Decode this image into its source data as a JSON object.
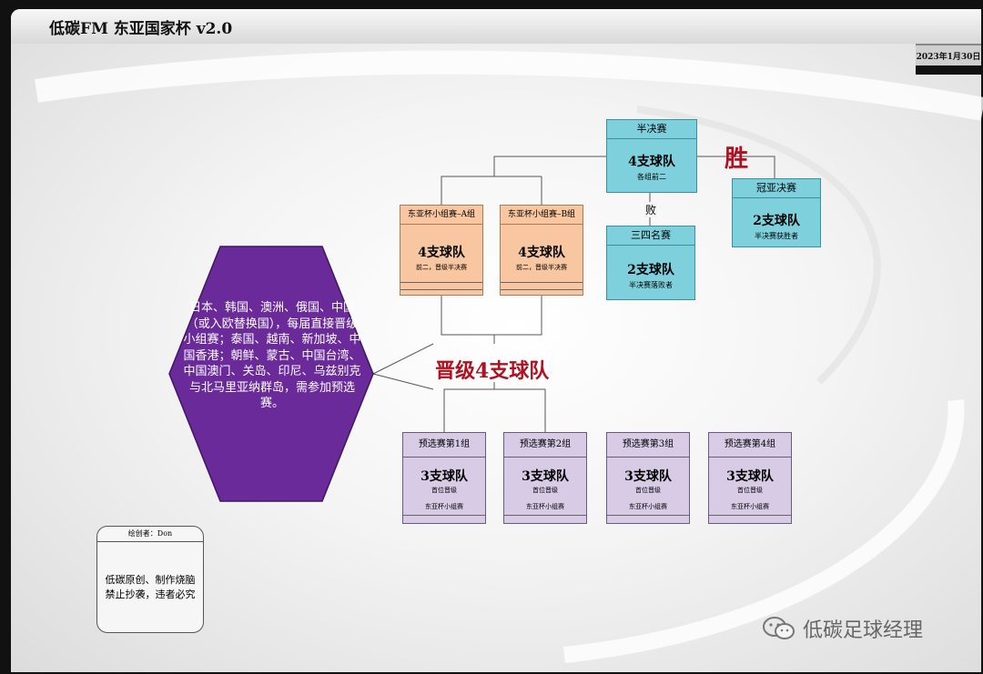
{
  "header": {
    "title": "低碳FM 东亚国家杯 v2.0",
    "date": "2023年1月30日"
  },
  "semifinal": {
    "header": "半决赛",
    "main": "4支球队",
    "sub": "各组前二"
  },
  "final": {
    "header": "冠亚决赛",
    "main": "2支球队",
    "sub": "半决赛获胜者"
  },
  "third_place": {
    "header": "三四名赛",
    "main": "2支球队",
    "sub": "半决赛落败者"
  },
  "labels": {
    "win": "胜",
    "lose": "败",
    "advance": "晋级4支球队"
  },
  "groups": [
    {
      "header": "东亚杯小组赛–A组",
      "main": "4支球队",
      "sub": "前二，晋级半决赛"
    },
    {
      "header": "东亚杯小组赛–B组",
      "main": "4支球队",
      "sub": "前二，晋级半决赛"
    }
  ],
  "qualifiers": [
    {
      "header": "预选赛第1组",
      "main": "3支球队",
      "sub": "首位晋级",
      "sub2": "东亚杯小组赛"
    },
    {
      "header": "预选赛第2组",
      "main": "3支球队",
      "sub": "首位晋级",
      "sub2": "东亚杯小组赛"
    },
    {
      "header": "预选赛第3组",
      "main": "3支球队",
      "sub": "首位晋级",
      "sub2": "东亚杯小组赛"
    },
    {
      "header": "预选赛第4组",
      "main": "3支球队",
      "sub": "首位晋级",
      "sub2": "东亚杯小组赛"
    }
  ],
  "hexagon": {
    "text": "日本、韩国、澳洲、俄国、中国（或入欧替换国），每届直接晋级小组赛；泰国、越南、新加坡、中国香港；朝鲜、蒙古、中国台湾、中国澳门、关岛、印尼、乌兹别克与北马里亚纳群岛，需参加预选赛。",
    "color": "#6a2a9a"
  },
  "note": {
    "header": "绘创者：Don",
    "line1": "低碳原创、制作烧脑",
    "line2": "禁止抄袭，违者必究"
  },
  "watermark": {
    "text": "低碳足球经理",
    "icon": "wechat-icon"
  }
}
